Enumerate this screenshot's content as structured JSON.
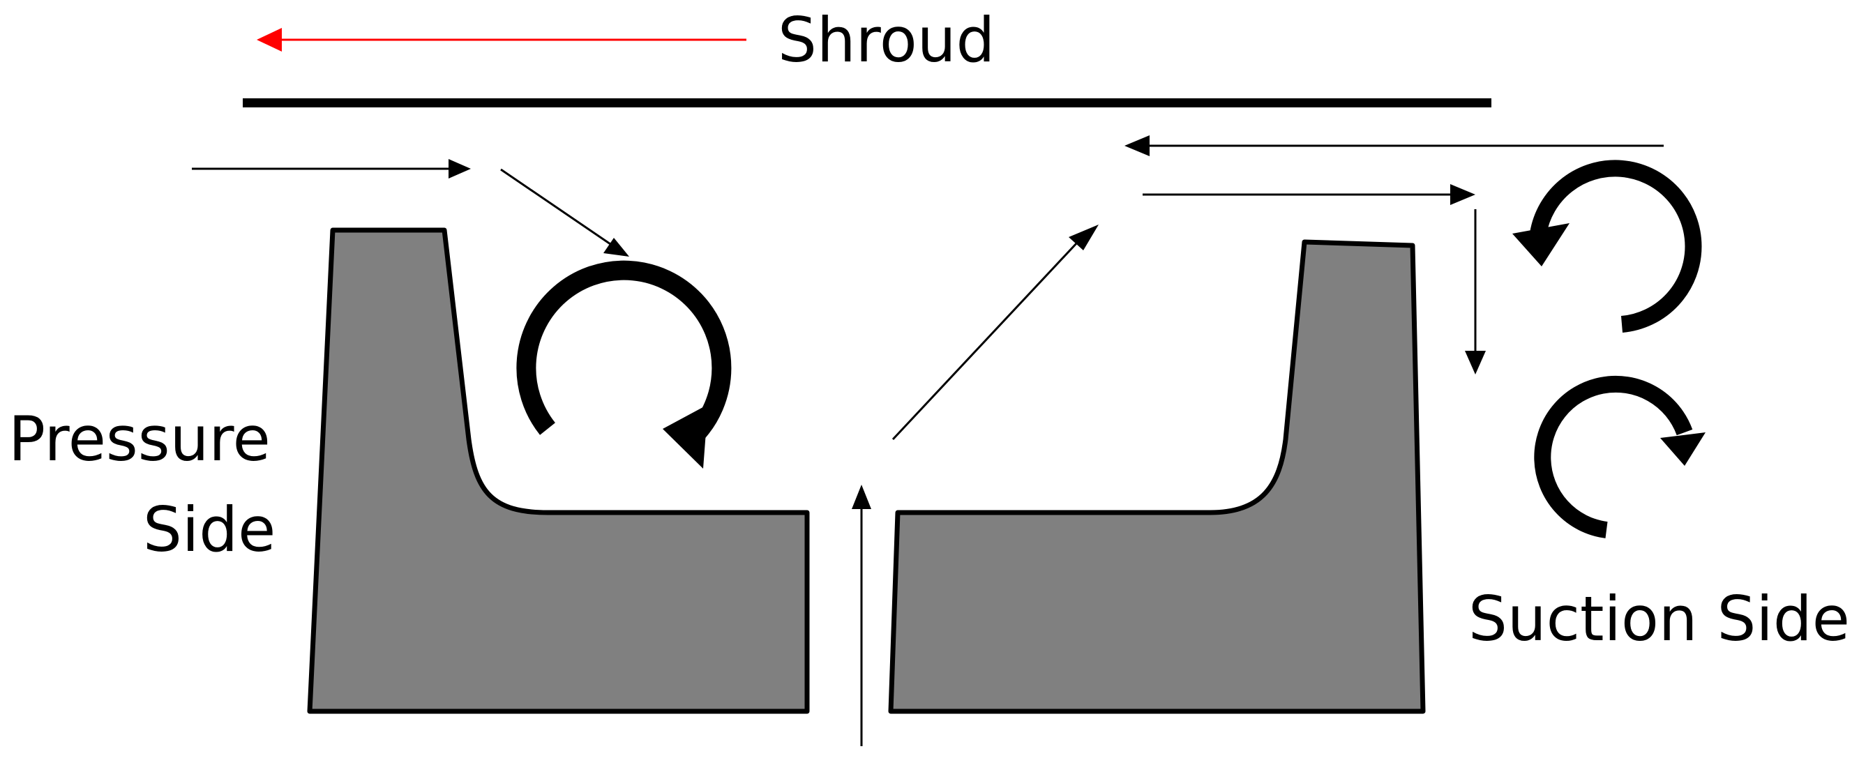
{
  "labels": {
    "shroud": "Shroud",
    "pressure_line1": "Pressure",
    "pressure_line2": "Side",
    "suction": "Suction Side"
  },
  "colors": {
    "background": "#ffffff",
    "blade_fill": "#808080",
    "outline": "#000000",
    "shroud_arrow": "#ff0000"
  },
  "icons": [
    "arrow-left-icon",
    "arrow-right-icon",
    "arrow-down-icon",
    "arrow-up-icon",
    "circular-arrow-icon"
  ]
}
